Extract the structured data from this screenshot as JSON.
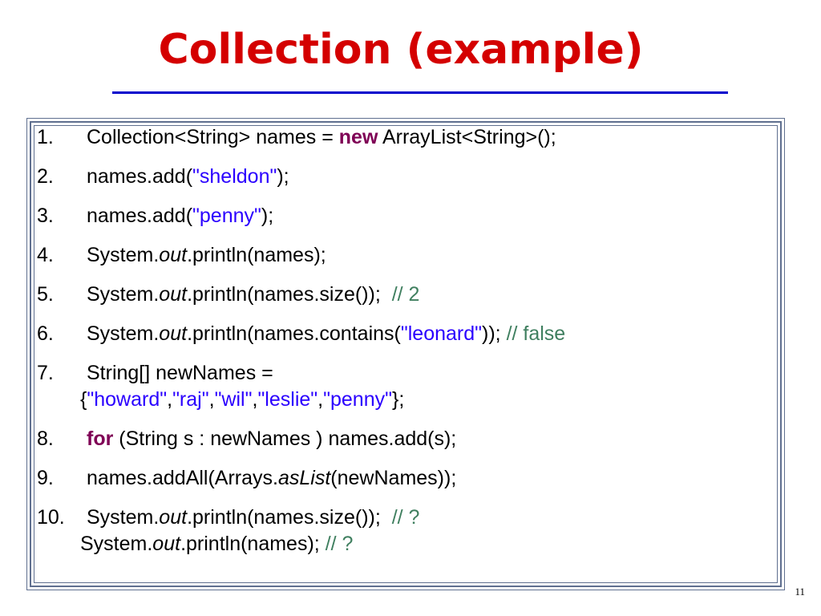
{
  "slide": {
    "title": "Collection (example)",
    "page_number": "11"
  },
  "code": {
    "l1": {
      "num": "1.",
      "a": "Collection<String> names = ",
      "kw": "new",
      "b": " ArrayList<String>();"
    },
    "l2": {
      "num": "2.",
      "a": "names.add(",
      "s": "\"sheldon\"",
      "b": ");"
    },
    "l3": {
      "num": "3.",
      "a": "names.add(",
      "s": "\"penny\"",
      "b": ");"
    },
    "l4": {
      "num": "4.",
      "a": "System.",
      "i": "out",
      "b": ".println(names);"
    },
    "l5": {
      "num": "5.",
      "a": "System.",
      "i": "out",
      "b": ".println(names.size());  ",
      "c": "// 2"
    },
    "l6": {
      "num": "6.",
      "a": "System.",
      "i": "out",
      "b": ".println(names.contains(",
      "s": "\"leonard\"",
      "d": ")); ",
      "c": "// false"
    },
    "l7": {
      "num": "7.",
      "a": "String[] newNames =",
      "open": "{",
      "s1": "\"howard\"",
      "sep1": ",",
      "s2": "\"raj\"",
      "sep2": ",",
      "s3": "\"wil\"",
      "sep3": ",",
      "s4": "\"leslie\"",
      "sep4": ",",
      "s5": "\"penny\"",
      "close": "};"
    },
    "l8": {
      "num": "8.",
      "kw": "for",
      "b": " (String s : newNames ) names.add(s);"
    },
    "l9": {
      "num": "9.",
      "a": "names.addAll(Arrays.",
      "i": "asList",
      "b": "(newNames));"
    },
    "l10": {
      "num": "10.",
      "a": "System.",
      "i": "out",
      "b": ".println(names.size());  ",
      "c": "// ?",
      "a2": "System.",
      "i2": "out",
      "b2": ".println(names); ",
      "c2": "// ?"
    }
  },
  "colors": {
    "title": "#d40000",
    "rule": "#0000cc",
    "keyword": "#7f0055",
    "string": "#2a00ff",
    "comment": "#3f7f5f",
    "frame": "#5f6f8f"
  }
}
